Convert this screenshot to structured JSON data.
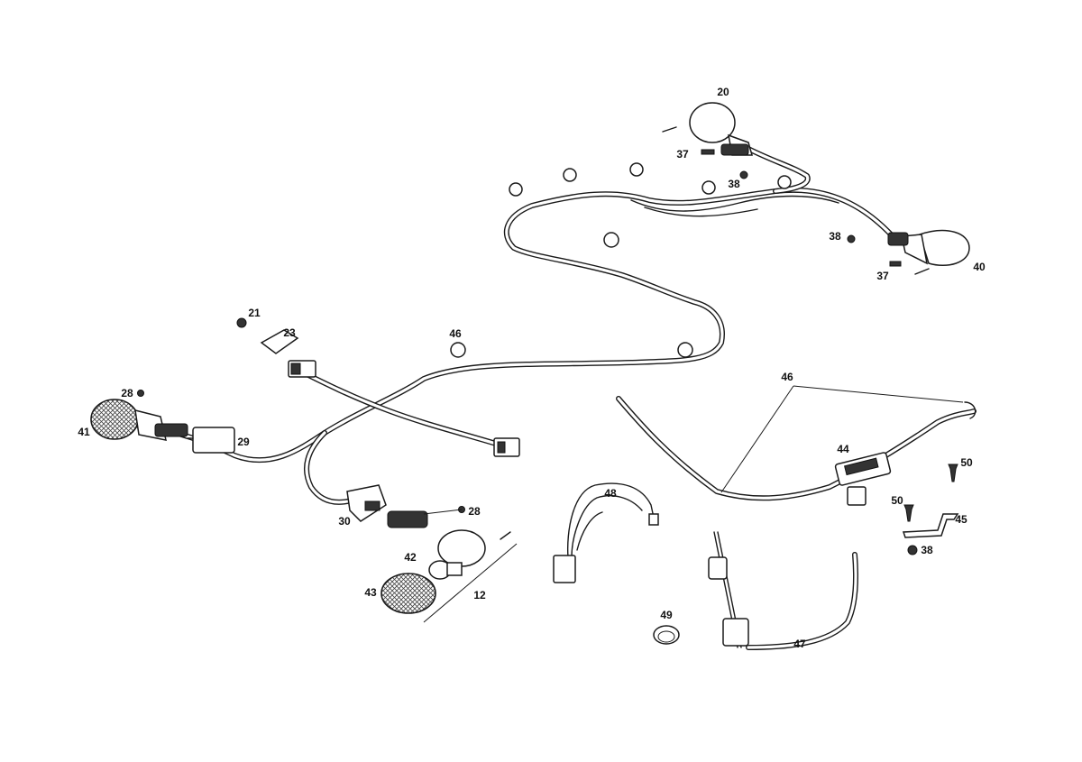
{
  "callouts": [
    "20",
    "37",
    "38",
    "38",
    "40",
    "37",
    "21",
    "23",
    "46",
    "28",
    "41",
    "29",
    "30",
    "28",
    "42",
    "43",
    "12",
    "46",
    "44",
    "50",
    "50",
    "45",
    "38",
    "48",
    "49",
    "47"
  ]
}
